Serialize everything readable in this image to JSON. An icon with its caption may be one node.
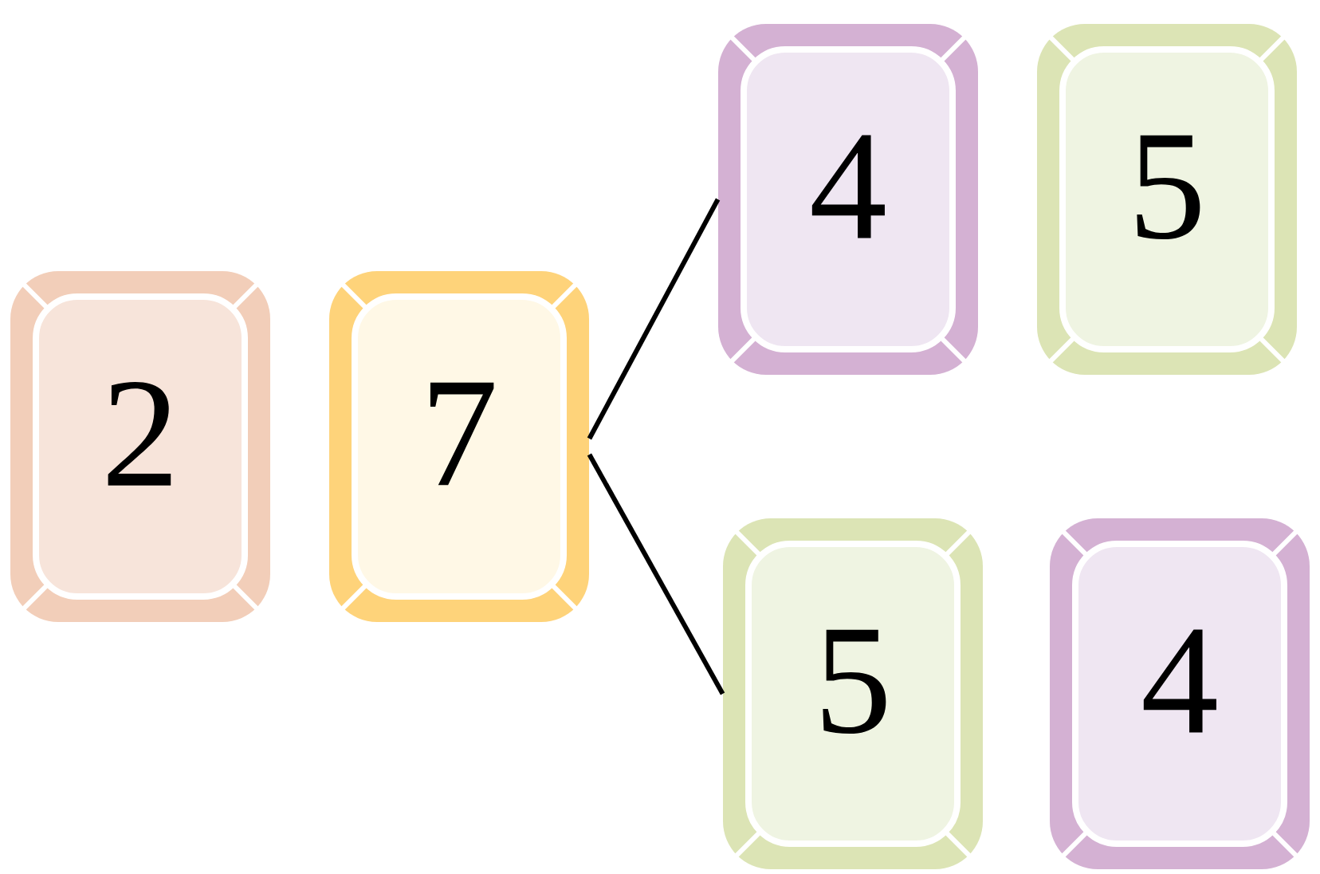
{
  "diagram": {
    "nodes": [
      {
        "text": [
          "2"
        ]
      },
      {
        "text": [
          "7"
        ]
      },
      {
        "text": [
          "4"
        ]
      },
      {
        "text": [
          "5"
        ]
      },
      {
        "text": [
          "5"
        ]
      },
      {
        "text": [
          "4"
        ]
      }
    ],
    "edges": [
      {
        "from": 1,
        "to": 2,
        "arrow": "none"
      },
      {
        "from": 1,
        "to": 4,
        "arrow": "none"
      }
    ]
  }
}
